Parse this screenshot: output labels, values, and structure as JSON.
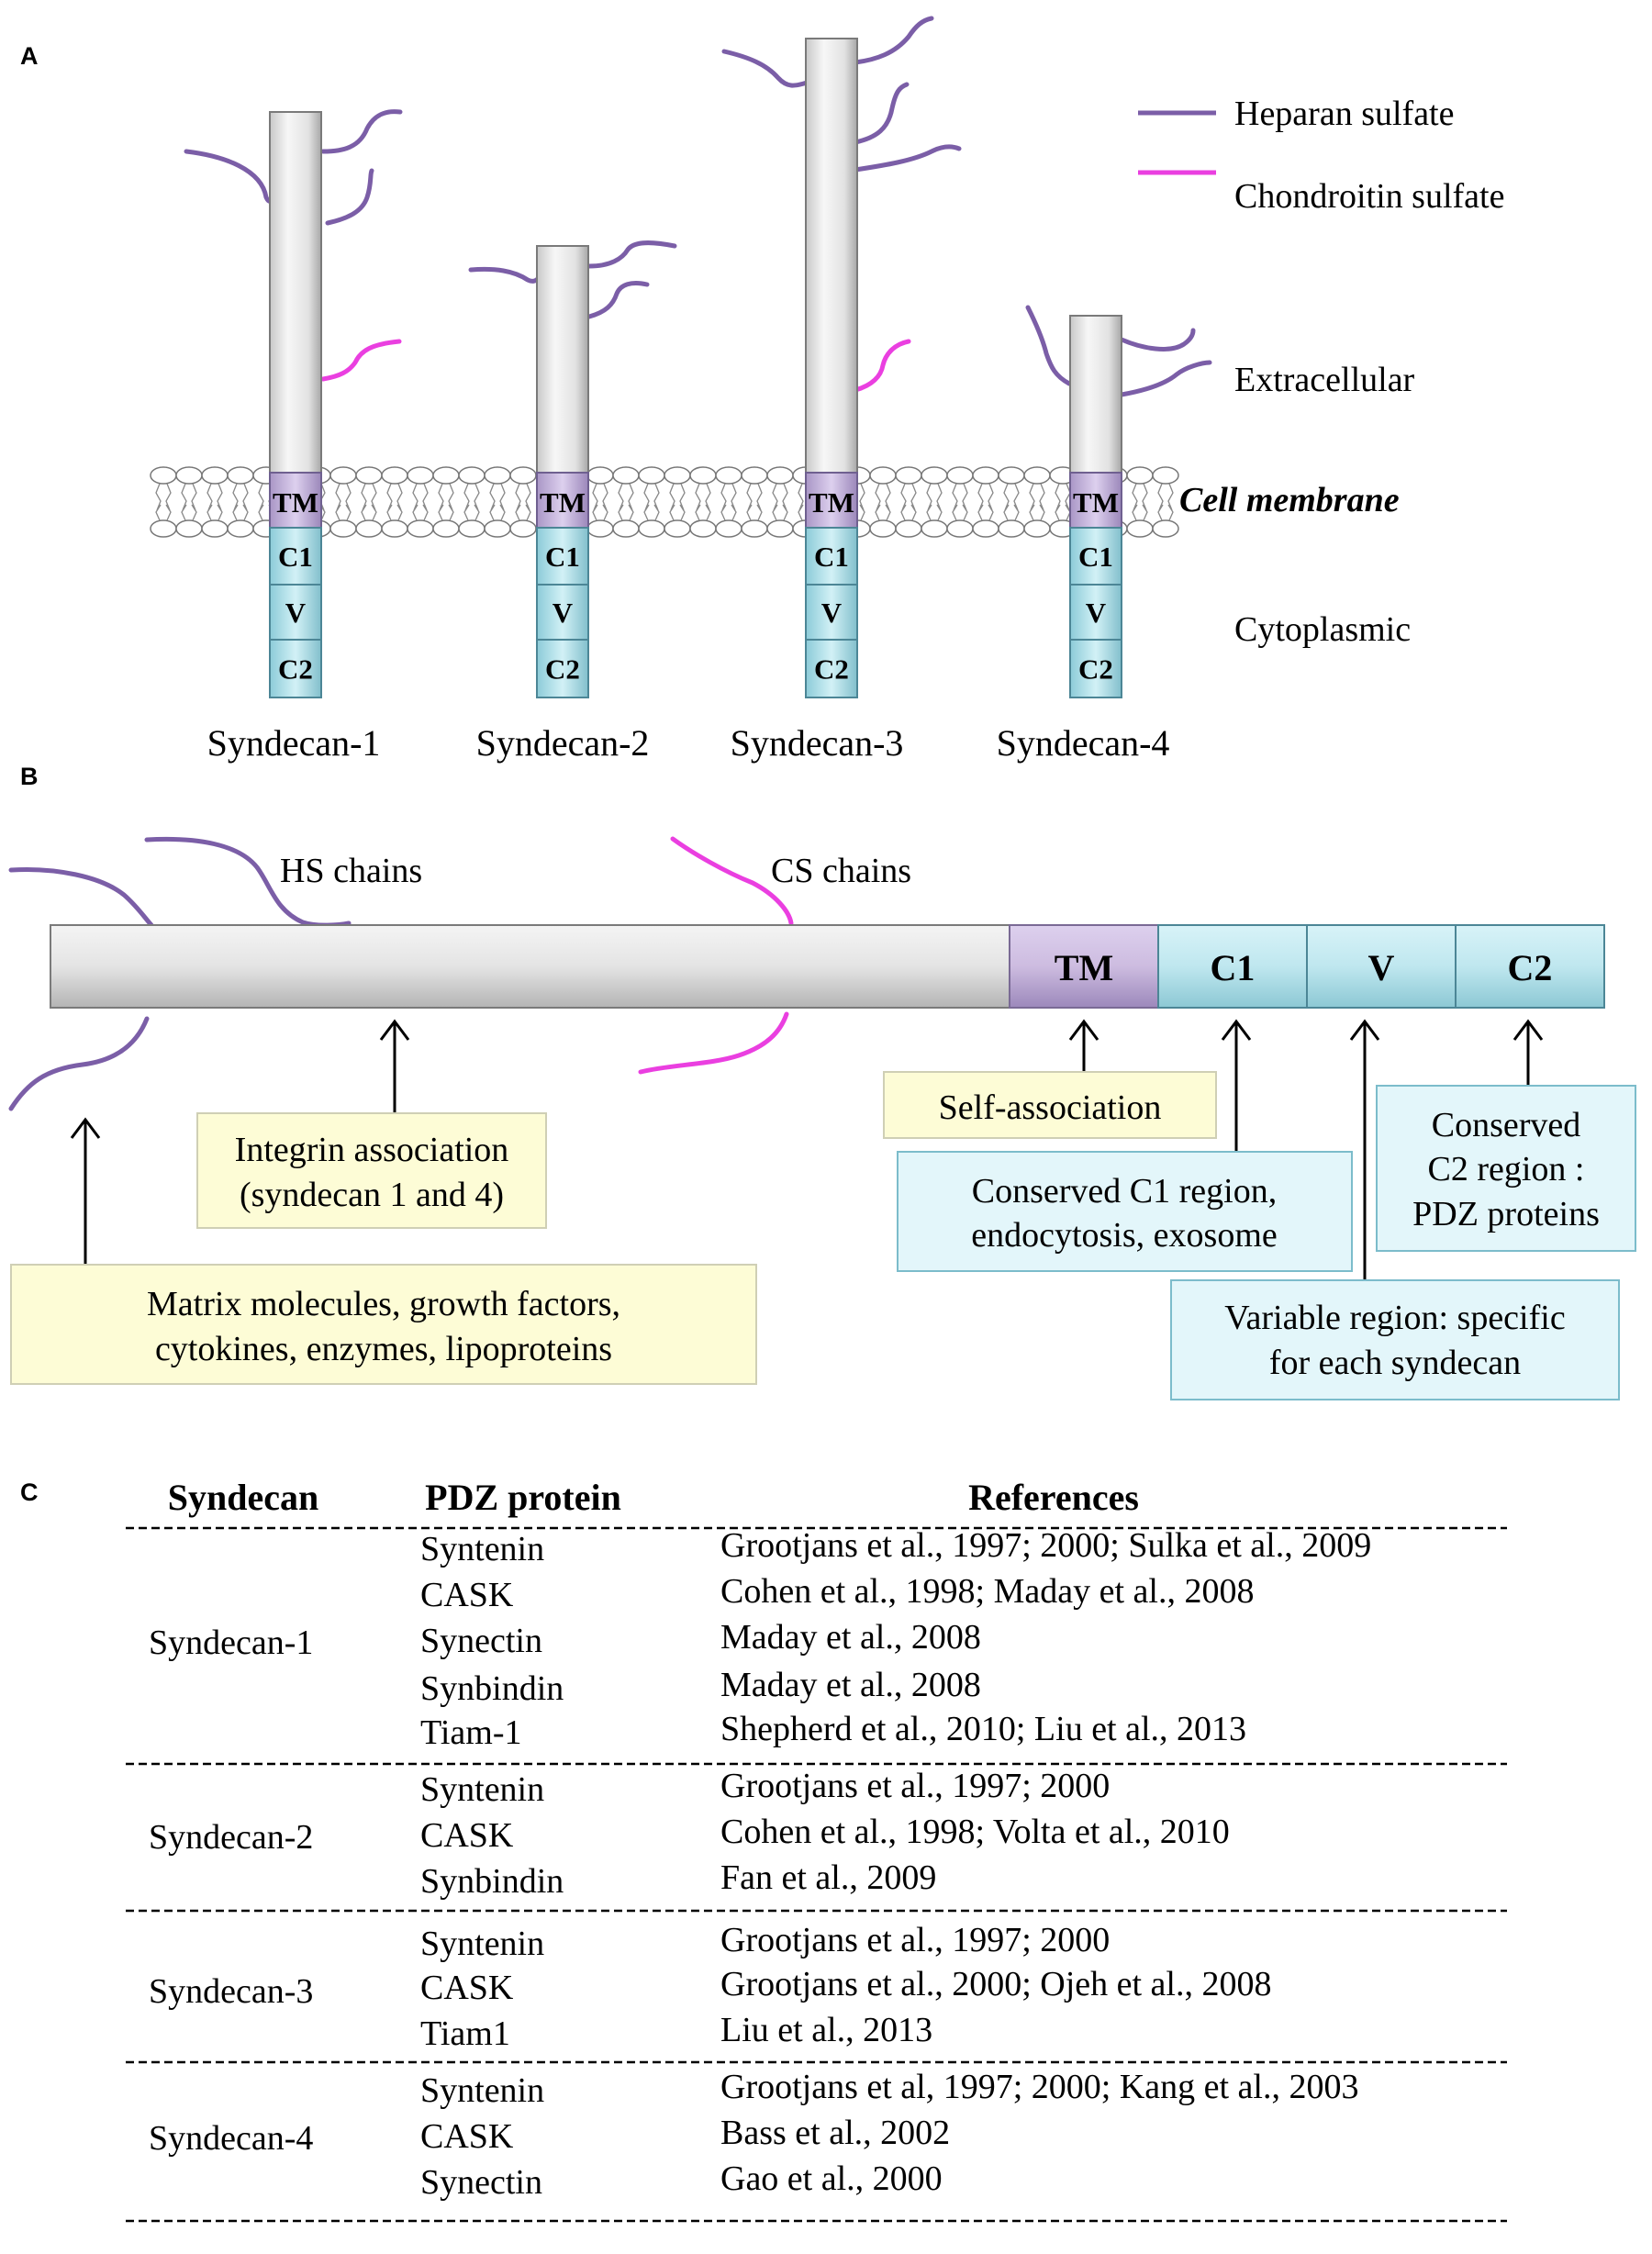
{
  "panel_a": {
    "label": "A",
    "legend": {
      "heparan": "Heparan sulfate",
      "chondroitin": "Chondroitin sulfate",
      "heparan_color": "#7b5ea7",
      "chondroitin_color": "#ea3fe0"
    },
    "extracellular": "Extracellular",
    "cell_membrane": "Cell membrane",
    "cytoplasmic": "Cytoplasmic",
    "segments": {
      "tm": "TM",
      "c1": "C1",
      "v": "V",
      "c2": "C2"
    },
    "syndecans": [
      "Syndecan-1",
      "Syndecan-2",
      "Syndecan-3",
      "Syndecan-4"
    ]
  },
  "panel_b": {
    "label": "B",
    "hs_chains": "HS chains",
    "cs_chains": "CS chains",
    "segments": {
      "tm": "TM",
      "c1": "C1",
      "v": "V",
      "c2": "C2"
    },
    "boxes": {
      "matrix": [
        "Matrix molecules, growth factors,",
        "cytokines, enzymes, lipoproteins"
      ],
      "integrin": [
        "Integrin association",
        "(syndecan 1 and 4)"
      ],
      "self_assoc": [
        "Self-association"
      ],
      "c1_region": [
        "Conserved C1 region,",
        "endocytosis, exosome"
      ],
      "variable": [
        "Variable region: specific",
        "for each syndecan"
      ],
      "c2_region": [
        "Conserved",
        "C2 region :",
        "PDZ proteins"
      ]
    },
    "colors": {
      "core": "#e6e6e6",
      "tm": "#cdbce0",
      "cyto": "#bfe7ef",
      "yellow_box": "#fdfcd6",
      "cyan_box": "#e3f6fa"
    }
  },
  "panel_c": {
    "label": "C",
    "headers": {
      "syndecan": "Syndecan",
      "pdz": "PDZ protein",
      "refs": "References"
    },
    "groups": [
      {
        "name": "Syndecan-1",
        "rows": [
          {
            "pdz": "Syntenin",
            "ref": "Grootjans et al., 1997; 2000; Sulka et al., 2009"
          },
          {
            "pdz": "CASK",
            "ref": "Cohen et al., 1998; Maday et al., 2008"
          },
          {
            "pdz": "Synectin",
            "ref": "Maday et al., 2008"
          },
          {
            "pdz": "Synbindin",
            "ref": "Maday et al., 2008"
          },
          {
            "pdz": "Tiam-1",
            "ref": "Shepherd et al., 2010; Liu et al., 2013"
          }
        ]
      },
      {
        "name": "Syndecan-2",
        "rows": [
          {
            "pdz": "Syntenin",
            "ref": "Grootjans et al., 1997; 2000"
          },
          {
            "pdz": "CASK",
            "ref": "Cohen et al., 1998; Volta et al., 2010"
          },
          {
            "pdz": "Synbindin",
            "ref": "Fan et al., 2009"
          }
        ]
      },
      {
        "name": "Syndecan-3",
        "rows": [
          {
            "pdz": "Syntenin",
            "ref": "Grootjans et al., 1997; 2000"
          },
          {
            "pdz": "CASK",
            "ref": "Grootjans et al., 2000; Ojeh et al., 2008"
          },
          {
            "pdz": "Tiam1",
            "ref": "Liu et al., 2013"
          }
        ]
      },
      {
        "name": "Syndecan-4",
        "rows": [
          {
            "pdz": "Syntenin",
            "ref": "Grootjans et al, 1997; 2000; Kang et al., 2003"
          },
          {
            "pdz": "CASK",
            "ref": "Bass et al., 2002"
          },
          {
            "pdz": "Synectin",
            "ref": "Gao et al., 2000"
          }
        ]
      }
    ]
  }
}
